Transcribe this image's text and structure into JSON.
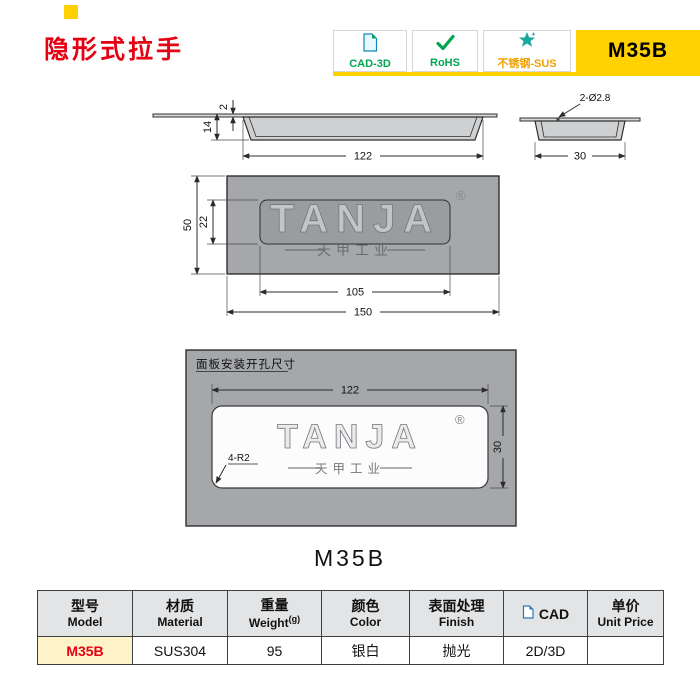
{
  "header": {
    "title": "隐形式拉手",
    "model_badge": "M35B",
    "badges": [
      {
        "label": "CAD-3D"
      },
      {
        "label": "RoHS"
      },
      {
        "label": "不锈钢-SUS"
      }
    ]
  },
  "drawings": {
    "side_view": {
      "dim_thickness": "2",
      "dim_depth": "14",
      "dim_width": "122"
    },
    "end_view": {
      "hole_label": "2-Ø2.8",
      "dim_width": "30"
    },
    "front_view": {
      "dim_height": "50",
      "dim_recess_height": "22",
      "dim_recess_width": "105",
      "dim_width": "150",
      "watermark": "TANJA",
      "registered": "®",
      "watermark_sub": "天甲工业"
    },
    "cutout_view": {
      "title": "面板安装开孔尺寸",
      "dim_width": "122",
      "dim_height": "30",
      "corner_label": "4-R2",
      "watermark": "TANJA",
      "registered": "®",
      "watermark_sub": "天甲工业"
    }
  },
  "caption": "M35B",
  "table": {
    "headers": {
      "model_zh": "型号",
      "model_en": "Model",
      "material_zh": "材质",
      "material_en": "Material",
      "weight_zh": "重量",
      "weight_en": "Weight",
      "weight_unit": "(g)",
      "color_zh": "颜色",
      "color_en": "Color",
      "finish_zh": "表面处理",
      "finish_en": "Finish",
      "cad": "CAD",
      "price_zh": "单价",
      "price_en": "Unit Price"
    },
    "row": {
      "model": "M35B",
      "material": "SUS304",
      "weight": "95",
      "color": "银白",
      "finish": "抛光",
      "cad": "2D/3D",
      "price": ""
    }
  },
  "colors": {
    "accent_yellow": "#ffd100",
    "title_red": "#e60012",
    "badge_green": "#00a651",
    "sus_orange": "#f0a000",
    "drawing_gray": "#a5a7aa"
  }
}
